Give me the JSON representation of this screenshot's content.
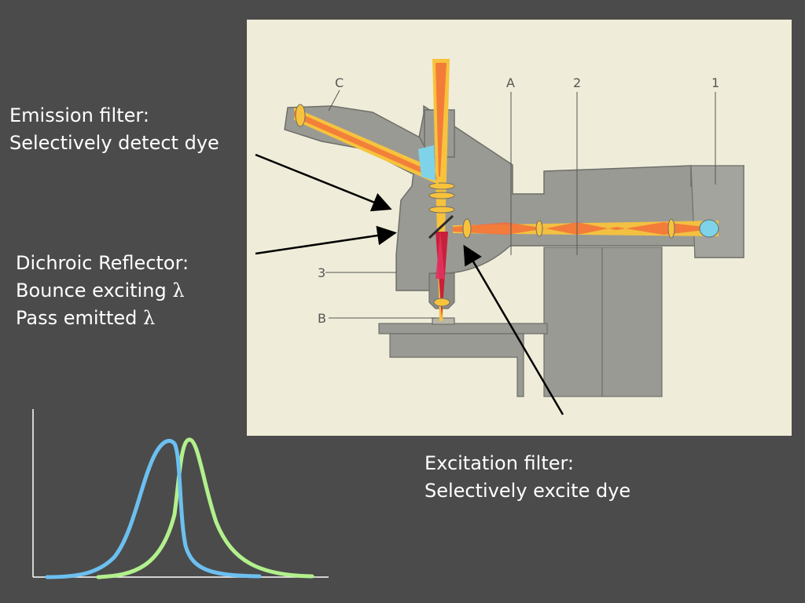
{
  "labels": {
    "emission": {
      "line1": "Emission filter:",
      "line2": "Selectively detect dye"
    },
    "dichroic": {
      "line1": "Dichroic Reflector:",
      "line2": "Bounce exciting",
      "line3": "Pass emitted",
      "lambda": "λ"
    },
    "excitation": {
      "line1": "Excitation filter:",
      "line2": "Selectively excite dye"
    }
  },
  "diagram": {
    "callouts": [
      "C",
      "A",
      "2",
      "1",
      "3",
      "B"
    ]
  },
  "spectra": {
    "excitation_color": "#6cc0f0",
    "emission_color": "#b2f08c",
    "axis_color": "#ffffff"
  },
  "colors": {
    "background": "#4b4b4b",
    "panel": "#efedd9",
    "body_gray": "#9a9a95",
    "beam_yellow": "#f7c33c",
    "beam_orange": "#f26a3a",
    "beam_red": "#c9203a",
    "prism_cyan": "#7fd3e8"
  }
}
